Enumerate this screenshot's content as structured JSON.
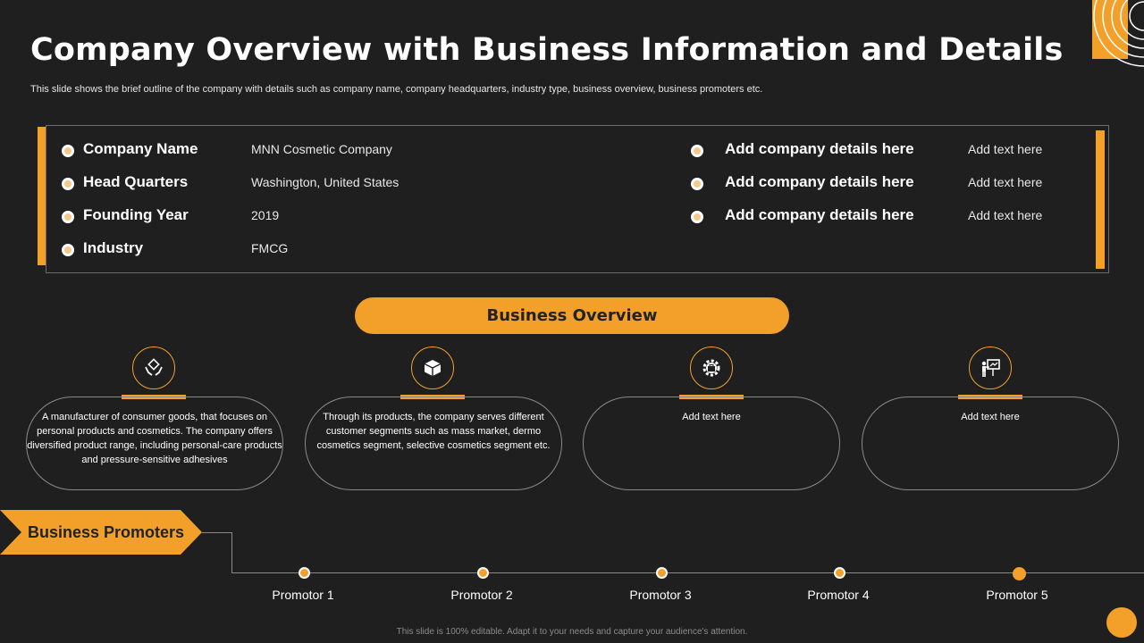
{
  "slide": {
    "title": "Company Overview with Business Information and Details",
    "subtitle": "This slide shows the brief outline of the company with details such as company name, company headquarters, industry type, business overview, business promoters etc."
  },
  "details": {
    "left": [
      {
        "label": "Company Name",
        "value": "MNN Cosmetic Company"
      },
      {
        "label": "Head Quarters",
        "value": "Washington, United States"
      },
      {
        "label": "Founding Year",
        "value": "2019"
      },
      {
        "label": "Industry",
        "value": "FMCG"
      }
    ],
    "right": [
      {
        "label": "Add company details here",
        "value": "Add text here"
      },
      {
        "label": "Add company details here",
        "value": "Add text here"
      },
      {
        "label": "Add company details here",
        "value": "Add text here"
      }
    ]
  },
  "overview": {
    "heading": "Business Overview",
    "cards": [
      {
        "icon": "hands-box-icon",
        "text": "A manufacturer of consumer goods, that focuses on personal products and cosmetics. The company offers diversified product range, including personal-care products and pressure-sensitive adhesives"
      },
      {
        "icon": "package-icon",
        "text": "Through its products, the company serves different customer segments such as mass market, dermo cosmetics segment, selective cosmetics segment etc."
      },
      {
        "icon": "gear-briefcase-icon",
        "text": "Add text here"
      },
      {
        "icon": "presentation-icon",
        "text": "Add text here"
      }
    ]
  },
  "promoters": {
    "heading": "Business Promoters",
    "items": [
      "Promotor  1",
      "Promotor  2",
      "Promotor  3",
      "Promotor  4",
      "Promotor  5"
    ]
  },
  "footer": "This slide is 100% editable. Adapt it to your needs and capture your audience's attention.",
  "colors": {
    "accent": "#f3a02b",
    "background": "#1f1f1f"
  }
}
